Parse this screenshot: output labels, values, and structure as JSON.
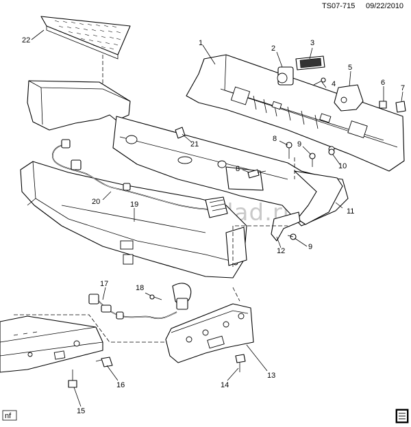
{
  "header": {
    "code": "TS07-715",
    "date": "09/22/2010"
  },
  "watermark": "www.gmsklad.ru",
  "callouts": [
    {
      "id": "1",
      "label": "1"
    },
    {
      "id": "2",
      "label": "2"
    },
    {
      "id": "3",
      "label": "3"
    },
    {
      "id": "4",
      "label": "4"
    },
    {
      "id": "5",
      "label": "5"
    },
    {
      "id": "6",
      "label": "6"
    },
    {
      "id": "7",
      "label": "7"
    },
    {
      "id": "8a",
      "label": "8"
    },
    {
      "id": "8b",
      "label": "8"
    },
    {
      "id": "9a",
      "label": "9"
    },
    {
      "id": "9b",
      "label": "9"
    },
    {
      "id": "10",
      "label": "10"
    },
    {
      "id": "11",
      "label": "11"
    },
    {
      "id": "12",
      "label": "12"
    },
    {
      "id": "13",
      "label": "13"
    },
    {
      "id": "14",
      "label": "14"
    },
    {
      "id": "15",
      "label": "15"
    },
    {
      "id": "16",
      "label": "16"
    },
    {
      "id": "17",
      "label": "17"
    },
    {
      "id": "18",
      "label": "18"
    },
    {
      "id": "19",
      "label": "19"
    },
    {
      "id": "20",
      "label": "20"
    },
    {
      "id": "21",
      "label": "21"
    },
    {
      "id": "22",
      "label": "22"
    }
  ],
  "footer": {
    "left_badge": "nf"
  }
}
